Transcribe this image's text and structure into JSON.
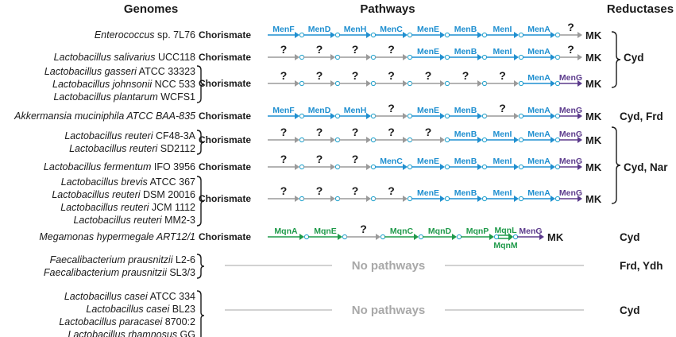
{
  "headers": {
    "genomes": "Genomes",
    "pathways": "Pathways",
    "reductases": "Reductases"
  },
  "labels": {
    "start": "Chorismate",
    "end": "MK",
    "unknown": "?",
    "no_pathways": "No pathways"
  },
  "colors": {
    "blue": "#1f8fd0",
    "gray": "#9a9a9a",
    "purple": "#5b3a8c",
    "green": "#1f9a4a",
    "text": "#1a1a1a",
    "no_pathway_text": "#a8a8a8"
  },
  "rows": [
    {
      "genomes": [
        {
          "genus": "Enterococcus",
          "rest": " sp. 7L76"
        }
      ],
      "steps": [
        {
          "label": "MenF",
          "color": "blue"
        },
        {
          "label": "MenD",
          "color": "blue"
        },
        {
          "label": "MenH",
          "color": "blue"
        },
        {
          "label": "MenC",
          "color": "blue"
        },
        {
          "label": "MenE",
          "color": "blue"
        },
        {
          "label": "MenB",
          "color": "blue"
        },
        {
          "label": "MenI",
          "color": "blue"
        },
        {
          "label": "MenA",
          "color": "blue"
        },
        {
          "label": "?",
          "color": "gray"
        }
      ]
    },
    {
      "genomes": [
        {
          "genus": "Lactobacillus salivarius",
          "rest": " UCC118"
        }
      ],
      "steps": [
        {
          "label": "?",
          "color": "gray"
        },
        {
          "label": "?",
          "color": "gray"
        },
        {
          "label": "?",
          "color": "gray"
        },
        {
          "label": "?",
          "color": "gray"
        },
        {
          "label": "MenE",
          "color": "blue"
        },
        {
          "label": "MenB",
          "color": "blue"
        },
        {
          "label": "MenI",
          "color": "blue"
        },
        {
          "label": "MenA",
          "color": "blue"
        },
        {
          "label": "?",
          "color": "gray"
        }
      ]
    },
    {
      "genomes": [
        {
          "genus": "Lactobacillus gasseri",
          "rest": " ATCC 33323"
        },
        {
          "genus": "Lactobacillus johnsonii",
          "rest": " NCC 533"
        },
        {
          "genus": "Lactobacillus plantarum",
          "rest": " WCFS1"
        }
      ],
      "steps": [
        {
          "label": "?",
          "color": "gray"
        },
        {
          "label": "?",
          "color": "gray"
        },
        {
          "label": "?",
          "color": "gray"
        },
        {
          "label": "?",
          "color": "gray"
        },
        {
          "label": "?",
          "color": "gray"
        },
        {
          "label": "?",
          "color": "gray"
        },
        {
          "label": "?",
          "color": "gray"
        },
        {
          "label": "MenA",
          "color": "blue"
        },
        {
          "label": "MenG",
          "color": "purple"
        }
      ]
    },
    {
      "genomes": [
        {
          "genus": "Akkermansia muciniphila ATCC BAA-835",
          "rest": ""
        }
      ],
      "steps": [
        {
          "label": "MenF",
          "color": "blue"
        },
        {
          "label": "MenD",
          "color": "blue"
        },
        {
          "label": "MenH",
          "color": "blue"
        },
        {
          "label": "?",
          "color": "gray"
        },
        {
          "label": "MenE",
          "color": "blue"
        },
        {
          "label": "MenB",
          "color": "blue"
        },
        {
          "label": "?",
          "color": "gray"
        },
        {
          "label": "MenA",
          "color": "blue"
        },
        {
          "label": "MenG",
          "color": "purple"
        }
      ]
    },
    {
      "genomes": [
        {
          "genus": "Lactobacillus reuteri",
          "rest": " CF48-3A"
        },
        {
          "genus": "Lactobacillus reuteri",
          "rest": " SD2112"
        }
      ],
      "steps": [
        {
          "label": "?",
          "color": "gray"
        },
        {
          "label": "?",
          "color": "gray"
        },
        {
          "label": "?",
          "color": "gray"
        },
        {
          "label": "?",
          "color": "gray"
        },
        {
          "label": "?",
          "color": "gray"
        },
        {
          "label": "MenB",
          "color": "blue"
        },
        {
          "label": "MenI",
          "color": "blue"
        },
        {
          "label": "MenA",
          "color": "blue"
        },
        {
          "label": "MenG",
          "color": "purple"
        }
      ]
    },
    {
      "genomes": [
        {
          "genus": "Lactobacillus fermentum",
          "rest": " IFO 3956"
        }
      ],
      "steps": [
        {
          "label": "?",
          "color": "gray"
        },
        {
          "label": "?",
          "color": "gray"
        },
        {
          "label": "?",
          "color": "gray"
        },
        {
          "label": "MenC",
          "color": "blue"
        },
        {
          "label": "MenE",
          "color": "blue"
        },
        {
          "label": "MenB",
          "color": "blue"
        },
        {
          "label": "MenI",
          "color": "blue"
        },
        {
          "label": "MenA",
          "color": "blue"
        },
        {
          "label": "MenG",
          "color": "purple"
        }
      ]
    },
    {
      "genomes": [
        {
          "genus": "Lactobacillus brevis",
          "rest": " ATCC 367"
        },
        {
          "genus": "Lactobacillus reuteri",
          "rest": " DSM 20016"
        },
        {
          "genus": "Lactobacillus reuteri",
          "rest": " JCM 1112"
        },
        {
          "genus": "Lactobacillus reuteri",
          "rest": " MM2-3"
        }
      ],
      "steps": [
        {
          "label": "?",
          "color": "gray"
        },
        {
          "label": "?",
          "color": "gray"
        },
        {
          "label": "?",
          "color": "gray"
        },
        {
          "label": "?",
          "color": "gray"
        },
        {
          "label": "MenE",
          "color": "blue"
        },
        {
          "label": "MenB",
          "color": "blue"
        },
        {
          "label": "MenI",
          "color": "blue"
        },
        {
          "label": "MenA",
          "color": "blue"
        },
        {
          "label": "MenG",
          "color": "purple"
        }
      ]
    },
    {
      "genomes": [
        {
          "genus": "Megamonas hypermegale ART12/1",
          "rest": ""
        }
      ],
      "green": true,
      "steps": [
        {
          "label": "MqnA",
          "color": "green"
        },
        {
          "label": "MqnE",
          "color": "green"
        },
        {
          "label": "?",
          "color": "gray"
        },
        {
          "label": "MqnC",
          "color": "green"
        },
        {
          "label": "MqnD",
          "color": "green"
        },
        {
          "label": "MqnP",
          "color": "green"
        },
        {
          "label": "MqnL",
          "label2": "MqnM",
          "color": "green"
        },
        {
          "label": "MenG",
          "color": "purple"
        }
      ]
    },
    {
      "genomes": [
        {
          "genus": "Faecalibacterium prausnitzii",
          "rest": " L2-6"
        },
        {
          "genus": "Faecalibacterium prausnitzii",
          "rest": " SL3/3"
        }
      ],
      "no_pathways": true
    },
    {
      "genomes": [
        {
          "genus": "Lactobacillus casei",
          "rest": " ATCC 334"
        },
        {
          "genus": "Lactobacillus casei",
          "rest": " BL23"
        },
        {
          "genus": "Lactobacillus paracasei",
          "rest": " 8700:2"
        },
        {
          "genus": "Lactobacillus rhamnosus",
          "rest": " GG"
        }
      ],
      "no_pathways": true
    }
  ],
  "reductases": [
    "Cyd",
    "Cyd, Frd",
    "Cyd, Nar",
    "Cyd",
    "Frd, Ydh",
    "Cyd"
  ]
}
